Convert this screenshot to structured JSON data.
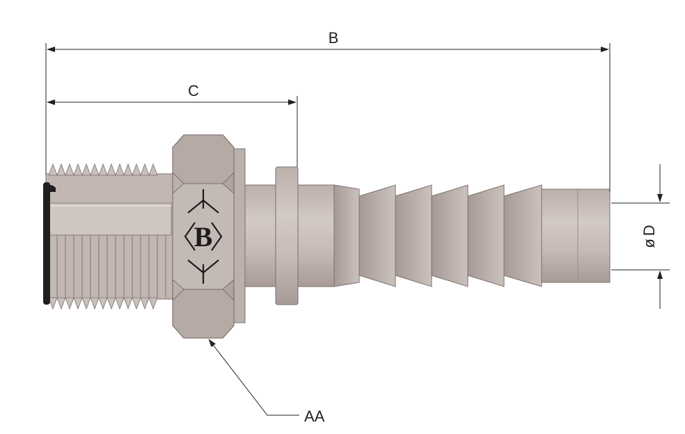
{
  "dimensions": {
    "overall_length_label": "B",
    "hex_section_label": "C",
    "barb_diameter_label": "D",
    "diameter_symbol": "ø",
    "hex_callout_label": "AA"
  },
  "logo": {
    "letter": "B"
  },
  "colors": {
    "metal_light": "#cbc0bb",
    "metal_mid": "#b4a7a2",
    "metal_dark": "#8e8280",
    "outline": "#6f6462",
    "dim_line": "#222222",
    "oring": "#1f1f1f"
  }
}
